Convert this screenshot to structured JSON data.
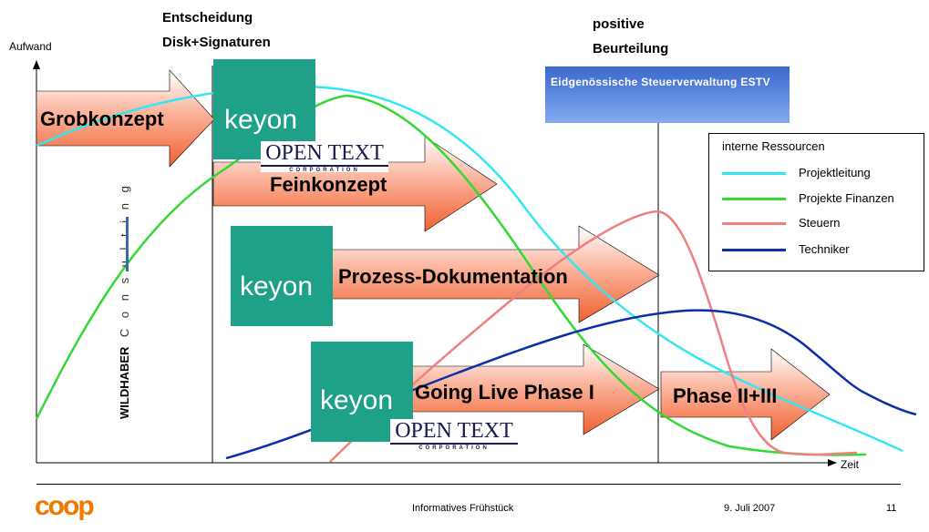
{
  "axes": {
    "y_label": "Aufwand",
    "x_label": "Zeit"
  },
  "annotations": {
    "entscheidung_line1": "Entscheidung",
    "entscheidung_line2": "Disk+Signaturen",
    "positive_line1": "positive",
    "positive_line2": "Beurteilung"
  },
  "estv_banner": "Eidgenössische Steuerverwaltung ESTV",
  "logos": {
    "keyon": "keyon",
    "opentext": "OPEN TEXT",
    "opentext_sub": "CORPORATION",
    "coop": "coop"
  },
  "wildhaber": {
    "bold": "WILDHABER",
    "light": "C o n s u l t i n g"
  },
  "phases": [
    {
      "label": "Grobkonzept"
    },
    {
      "label": "Feinkonzept"
    },
    {
      "label": "Prozess-Dokumentation"
    },
    {
      "label": "Going Live Phase I"
    },
    {
      "label": "Phase II+III"
    }
  ],
  "legend": {
    "title": "interne Ressourcen",
    "items": [
      {
        "label": "Projektleitung",
        "color": "#33e6f2"
      },
      {
        "label": "Projekte Finanzen",
        "color": "#33d933"
      },
      {
        "label": "Steuern",
        "color": "#f08080"
      },
      {
        "label": "Techniker",
        "color": "#0a2fa8"
      }
    ]
  },
  "footer": {
    "center": "Informatives Frühstück",
    "date": "9. Juli 2007",
    "page": "11"
  }
}
